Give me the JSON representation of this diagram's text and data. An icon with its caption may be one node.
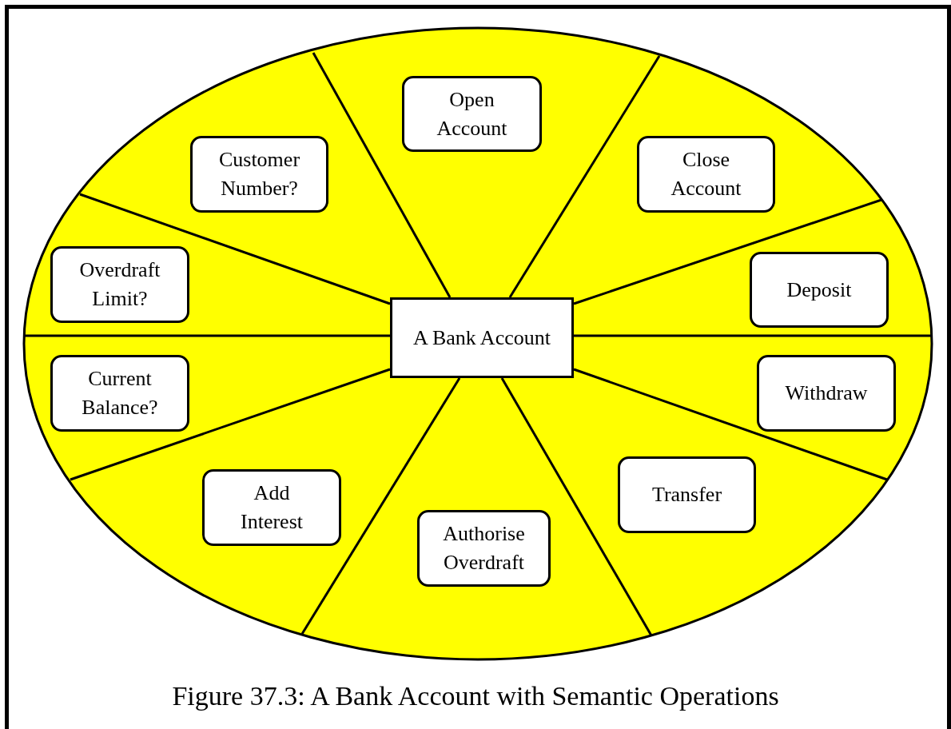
{
  "diagram": {
    "caption": "Figure 37.3: A Bank Account with Semantic Operations",
    "nodes": [
      {
        "text": [],
        "shape": "ellipse"
      },
      {
        "text": [
          "Open Account"
        ],
        "in": 0
      },
      {
        "text": [
          "Customer Number?"
        ],
        "in": 0
      },
      {
        "text": [
          "Close Account"
        ],
        "in": 0
      },
      {
        "text": [
          "Overdraft Limit?"
        ],
        "in": 0
      },
      {
        "text": [
          "A Bank Account"
        ],
        "in": 0
      },
      {
        "text": [
          "Deposit"
        ],
        "in": 0
      },
      {
        "text": [
          "Current Balance?"
        ],
        "in": 0
      },
      {
        "text": [
          "Withdraw"
        ],
        "in": 0
      },
      {
        "text": [
          "Transfer"
        ],
        "in": 0
      },
      {
        "text": [
          "Add Interest"
        ],
        "in": 0
      },
      {
        "text": [
          "Authorise Overdraft"
        ],
        "in": 0
      }
    ]
  }
}
